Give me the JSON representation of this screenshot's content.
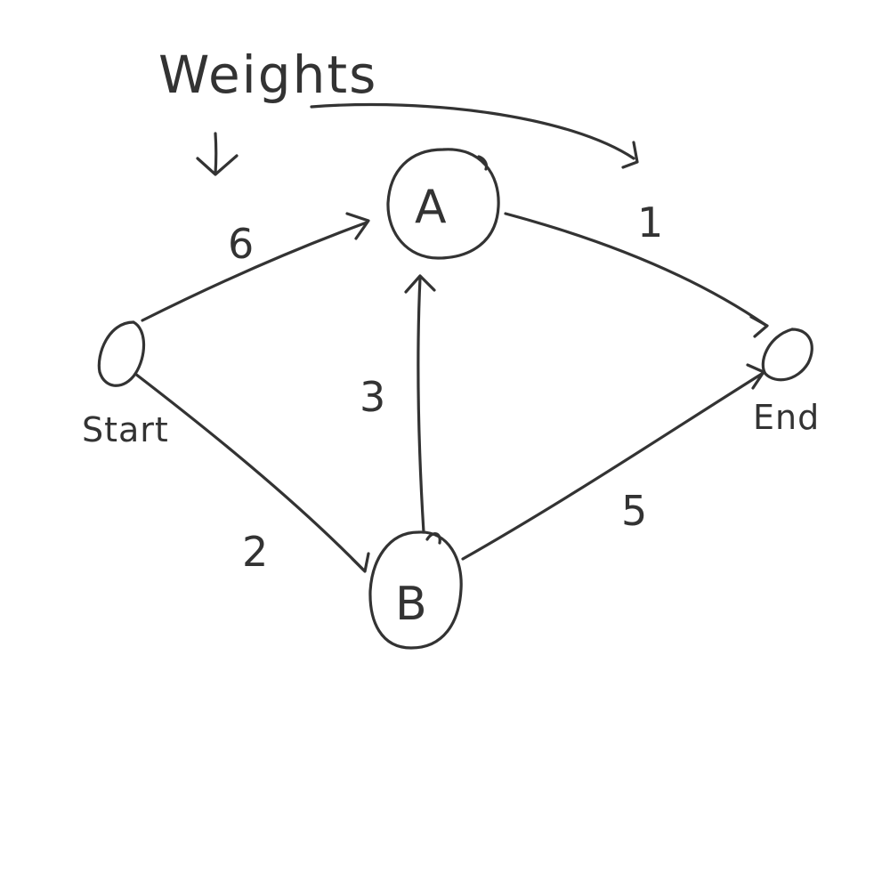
{
  "diagram": {
    "title": "Weights",
    "nodes": {
      "a": {
        "label": "A"
      },
      "b": {
        "label": "B"
      },
      "start": {
        "label": "Start"
      },
      "end": {
        "label": "End"
      }
    },
    "edges": [
      {
        "from": "Start",
        "to": "A",
        "weight": "6"
      },
      {
        "from": "Start",
        "to": "B",
        "weight": "2"
      },
      {
        "from": "B",
        "to": "A",
        "weight": "3"
      },
      {
        "from": "A",
        "to": "End",
        "weight": "1"
      },
      {
        "from": "B",
        "to": "End",
        "weight": "5"
      }
    ]
  }
}
